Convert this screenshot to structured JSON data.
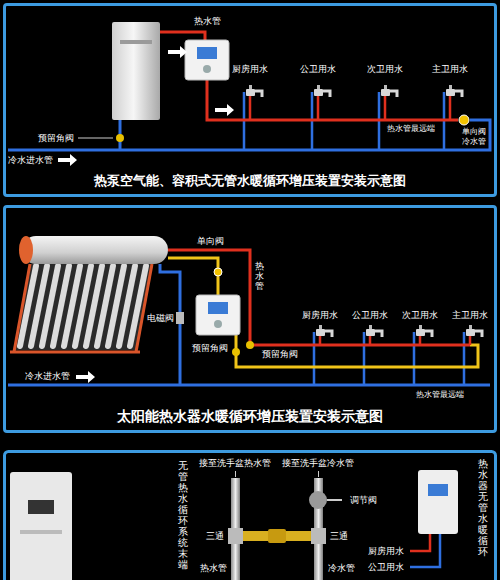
{
  "diagram": {
    "nodes": [
      {
        "text": [
          "热泵空气能、容积式无管水暖循环增压装置安装示意图"
        ]
      },
      {
        "text": [
          "太阳能热水器水暖循环增压装置安装示意图"
        ]
      }
    ],
    "labels": [
      "热水管",
      "厨房用水",
      "公卫用水",
      "次卫用水",
      "主卫用水",
      "预留角阀",
      "热水管最远端",
      "单向阀",
      "冷水管",
      "冷水进水管",
      "单向阀",
      "电磁阀",
      "热水管",
      "厨房用水",
      "公卫用水",
      "次卫用水",
      "主卫用水",
      "预留角阀",
      "预留角阀",
      "热水管最远端",
      "冷水进水管",
      "无管热水循环系统末端",
      "接至洗手盆热水管",
      "接至洗手盆冷水管",
      "调节阀",
      "三通",
      "三通",
      "热水管",
      "冷水管",
      "热水器无管水暖循环",
      "厨房用水",
      "公卫用水"
    ]
  }
}
